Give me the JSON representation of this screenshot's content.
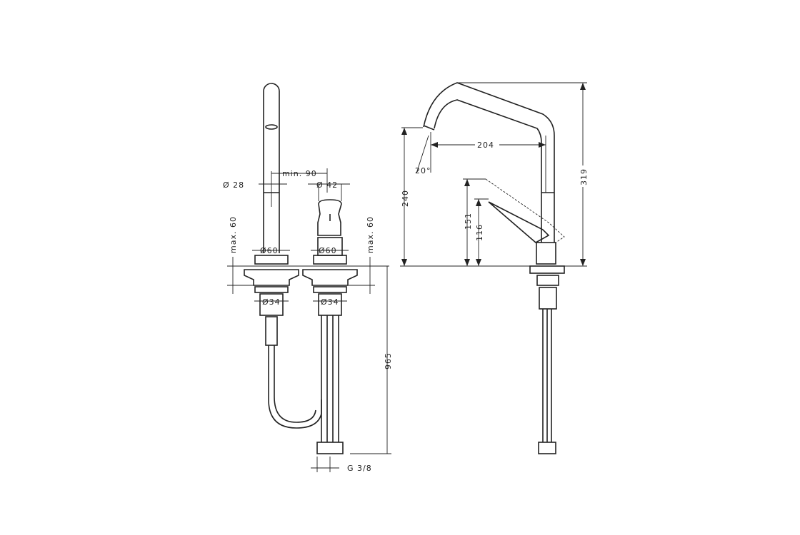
{
  "dimensions": {
    "spout_diameter": "Ø 28",
    "min_spacing": "min. 90",
    "handle_diameter": "Ø 42",
    "max_thickness_left": "max. 60",
    "max_thickness_right": "max. 60",
    "base_diameter_left": "Ø60",
    "base_diameter_right": "Ø60",
    "shank_diameter_left": "Ø34",
    "shank_diameter_right": "Ø34",
    "hose_length": "965",
    "connection": "G 3/8",
    "spout_height": "240",
    "spout_reach": "204",
    "spout_angle": "20°",
    "lever_height_open": "151",
    "lever_height_closed": "116",
    "total_height": "319"
  }
}
